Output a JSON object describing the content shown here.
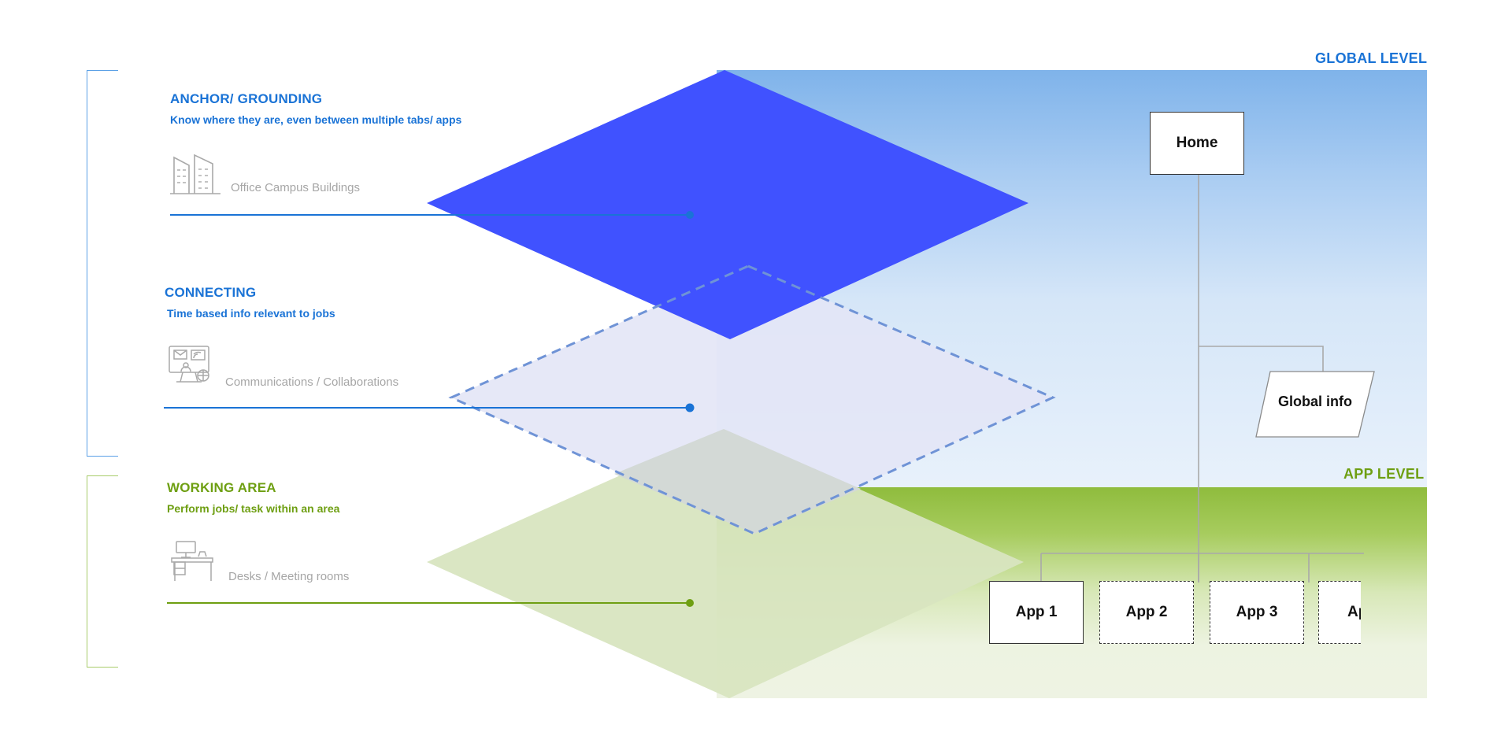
{
  "levels": {
    "global": "GLOBAL LEVEL",
    "app": "APP LEVEL"
  },
  "sections": [
    {
      "title": "ANCHOR/ GROUNDING",
      "subtitle": "Know where they are, even between multiple tabs/ apps",
      "example": "Office Campus Buildings",
      "icon": "buildings-icon",
      "color": "#1a73d6"
    },
    {
      "title": "CONNECTING",
      "subtitle": "Time based info relevant to jobs",
      "example": "Communications / Collaborations",
      "icon": "communications-icon",
      "color": "#1a73d6"
    },
    {
      "title": "WORKING AREA",
      "subtitle": "Perform jobs/ task within an area",
      "example": "Desks / Meeting rooms",
      "icon": "desk-icon",
      "color": "#6e9f12"
    }
  ],
  "tree": {
    "root": "Home",
    "global_info": "Global info",
    "apps": [
      "App 1",
      "App 2",
      "App 3",
      "Ap"
    ]
  },
  "colors": {
    "anchor_layer": "#4052ff",
    "connecting_layer": "#e6e7f7",
    "connecting_border": "#6f93d6",
    "working_layer": "#d8e5c0",
    "blue_accent": "#1a73d6",
    "green_accent": "#6e9f12"
  }
}
